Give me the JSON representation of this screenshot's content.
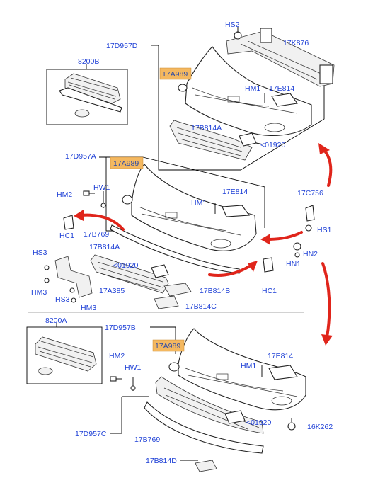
{
  "labels": {
    "hs2": "HS2",
    "k876": "17K876",
    "d957d": "17D957D",
    "a989_top": "17A989",
    "hm1_top": "HM1",
    "e814_top": "17E814",
    "b814a_top": "17B814A",
    "c01920_top": "<01920",
    "g8200b": "8200B",
    "d957a": "17D957A",
    "a989_mid": "17A989",
    "hm2_mid": "HM2",
    "hw1_mid": "HW1",
    "hm1_mid": "HM1",
    "e814_mid": "17E814",
    "c756": "17C756",
    "hs1": "HS1",
    "hn2": "HN2",
    "hn1": "HN1",
    "hc1_left": "HC1",
    "b769_mid": "17B769",
    "b814a_mid": "17B814A",
    "hs3_a": "HS3",
    "c01920_mid": "<01920",
    "hm3_a": "HM3",
    "hs3_b": "HS3",
    "a385": "17A385",
    "hm3_b": "HM3",
    "b814b": "17B814B",
    "hc1_right": "HC1",
    "b814c": "17B814C",
    "g8200a": "8200A",
    "d957b": "17D957B",
    "a989_bot": "17A989",
    "hm2_bot": "HM2",
    "hw1_bot": "HW1",
    "hm1_bot": "HM1",
    "e814_bot": "17E814",
    "c01920_bot": "<01920",
    "k262": "16K262",
    "d957c": "17D957C",
    "b769_bot": "17B769",
    "b814d": "17B814D"
  },
  "colors": {
    "label": "#1d3fd6",
    "highlight": "#f4b860",
    "arrow": "#e0251b"
  }
}
